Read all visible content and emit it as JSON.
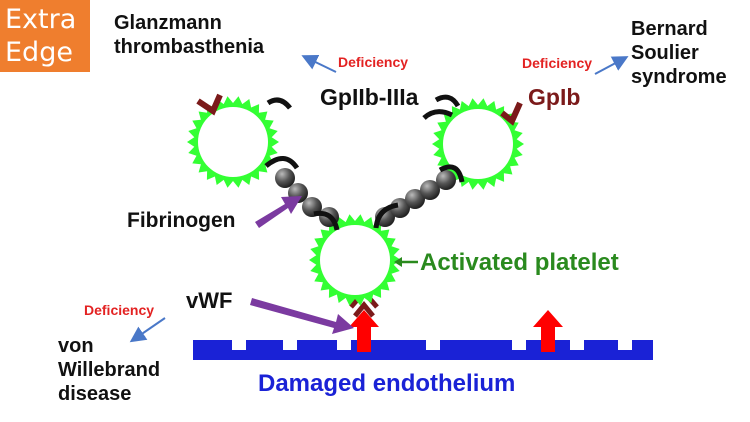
{
  "badge": {
    "line1": "Extra",
    "line2": "Edge"
  },
  "labels": {
    "glanzmann_line1": "Glanzmann",
    "glanzmann_line2": "thrombasthenia",
    "deficiency_left_top": "Deficiency",
    "gp2b3a": "GpIIb-IIIa",
    "deficiency_right_top": "Deficiency",
    "gpib": "GpIb",
    "bernard_line1": "Bernard",
    "bernard_line2": "Soulier",
    "bernard_line3": "syndrome",
    "fibrinogen": "Fibrinogen",
    "activated_platelet": "Activated platelet",
    "deficiency_bottom": "Deficiency",
    "vwf": "vWF",
    "vwd_line1": "von",
    "vwd_line2": "Willebrand",
    "vwd_line3": "disease",
    "endothelium": "Damaged endothelium"
  },
  "colors": {
    "badge": "#ef7e2e",
    "platelet_green": "#33ff33",
    "deficiency_red": "#e32222",
    "gpib_dark_red": "#7b1a1a",
    "arrow_blue": "#4a78c8",
    "arrow_purple": "#7b3aa0",
    "endothelium_blue": "#1a22d6",
    "up_arrow_red": "#ff0000",
    "bead_gray": "#555555"
  },
  "icons": [
    "platelet-icon",
    "fibrinogen-bead-icon",
    "receptor-c-icon",
    "gpib-v-icon",
    "up-arrow-icon"
  ]
}
